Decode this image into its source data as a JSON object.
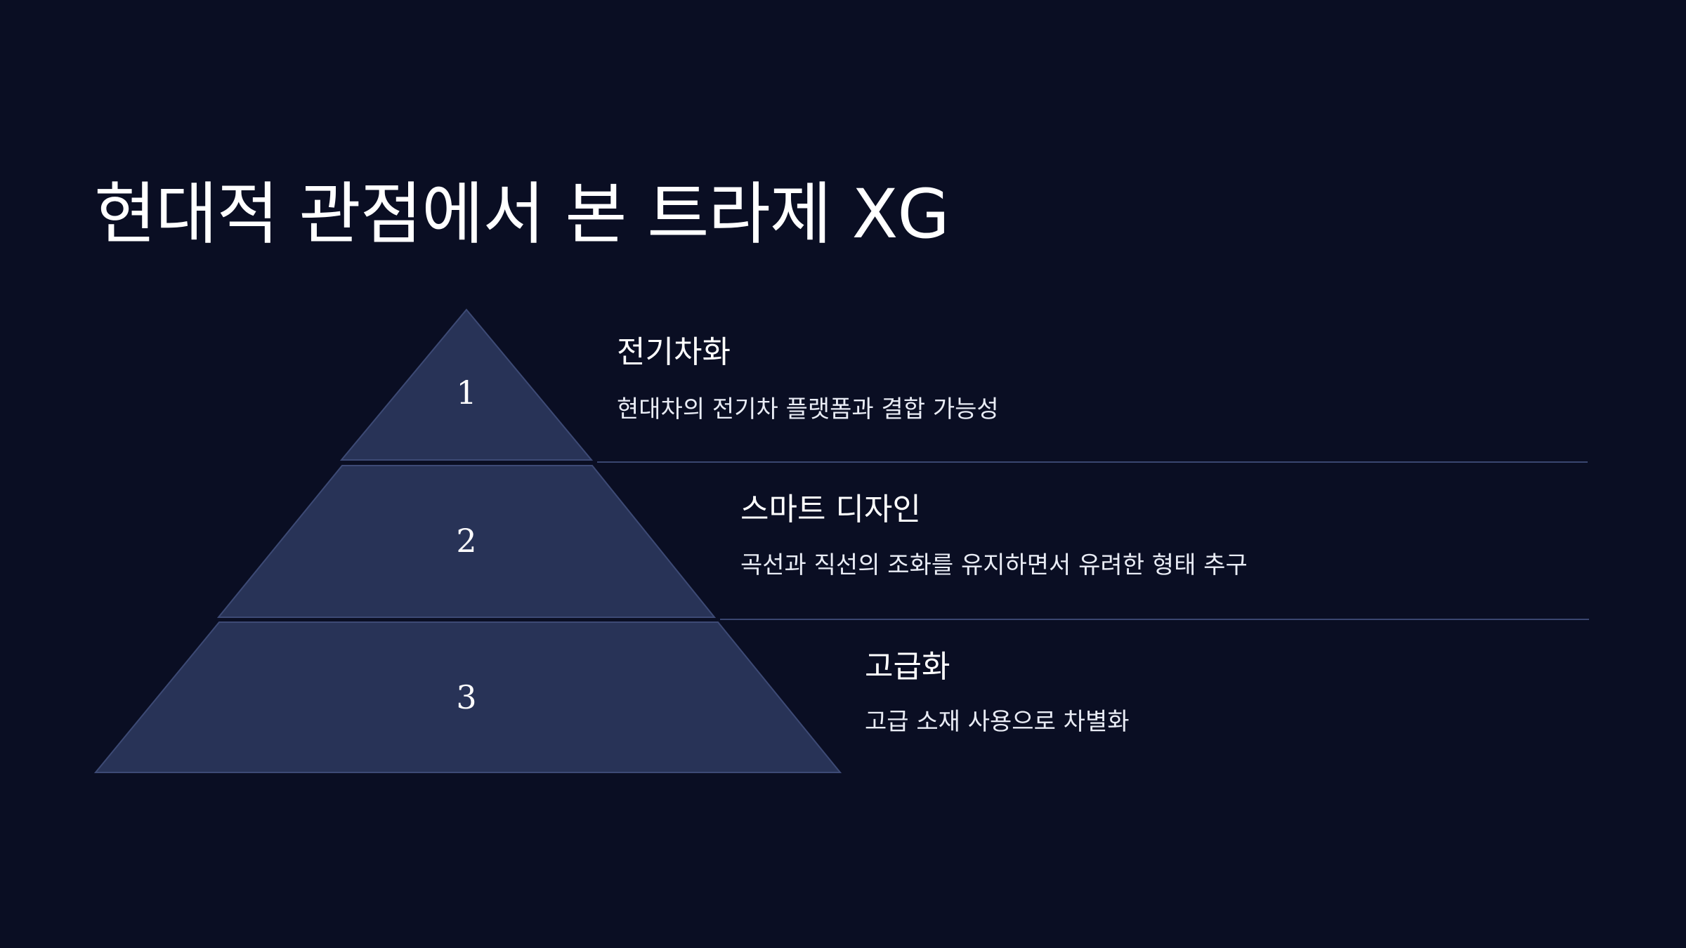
{
  "slide": {
    "title": "현대적 관점에서 본 트라제 XG"
  },
  "pyramid": {
    "tiers": [
      {
        "number": "1",
        "title": "전기차화",
        "description": "현대차의 전기차 플랫폼과 결합 가능성"
      },
      {
        "number": "2",
        "title": "스마트 디자인",
        "description": "곡선과 직선의 조화를 유지하면서 유려한 형태 추구"
      },
      {
        "number": "3",
        "title": "고급화",
        "description": "고급 소재 사용으로 차별화"
      }
    ]
  },
  "colors": {
    "background": "#0a0e23",
    "tier_fill": "#283357",
    "tier_stroke": "#3d4a75",
    "divider": "#3a4670",
    "text": "#ffffff"
  }
}
